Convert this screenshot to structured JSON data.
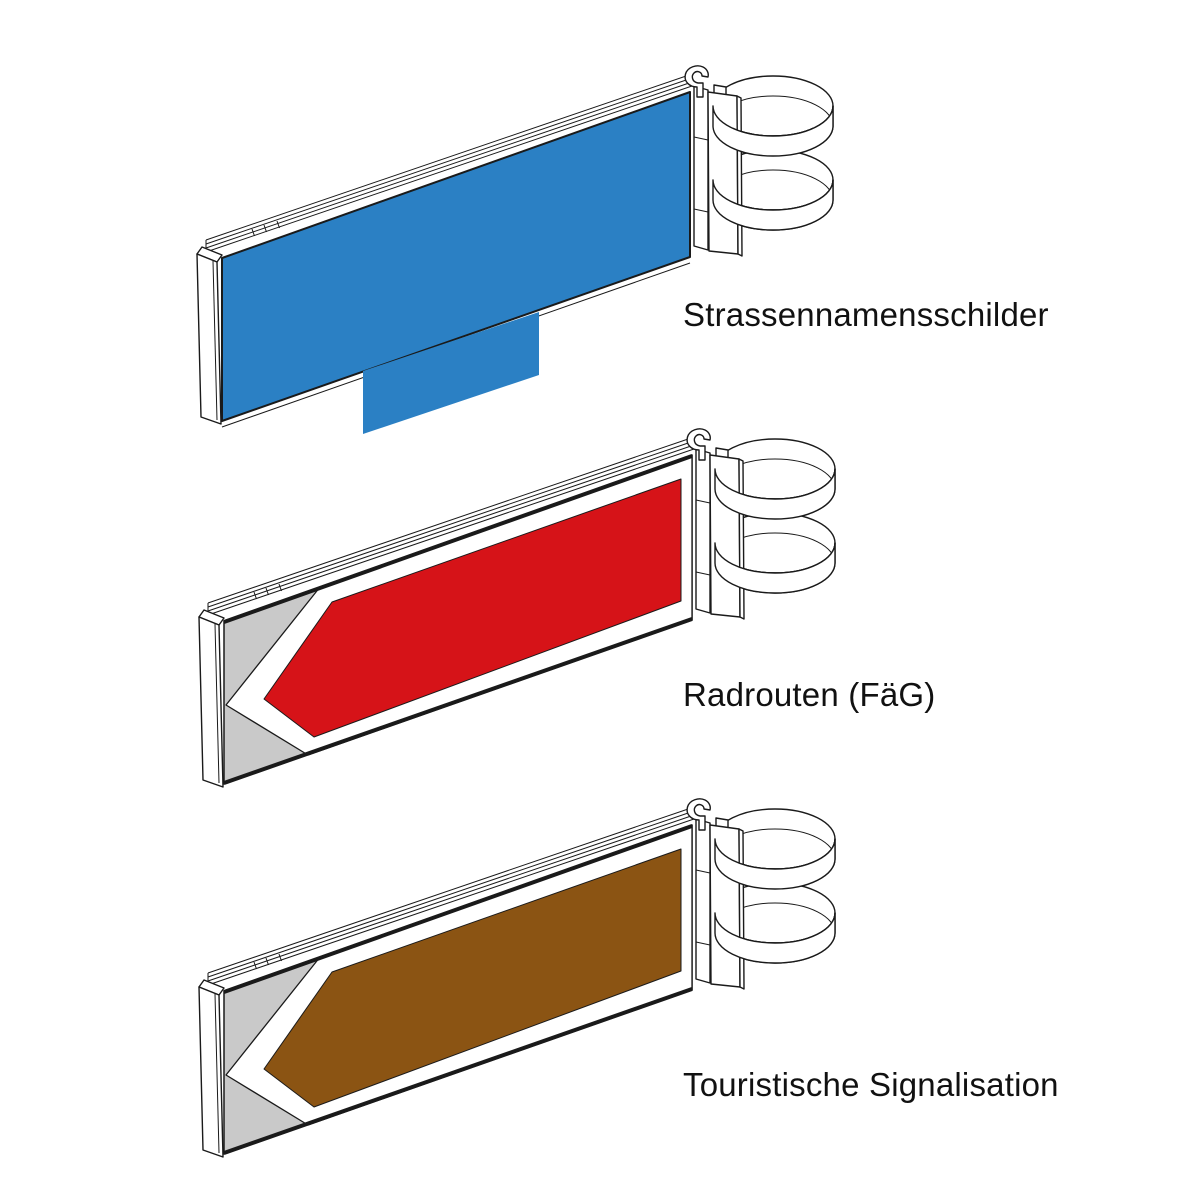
{
  "style": {
    "background": "#FFFFFF",
    "line_color": "#1A1A1A",
    "text_color": "#111111"
  },
  "signs": [
    {
      "id": "strassennamensschilder",
      "label": "Strassennamensschilder",
      "type": "rectangular street-name sign with small supplementary panel",
      "panel_color": "#2B80C4"
    },
    {
      "id": "radrouten",
      "label": "Radrouten (FäG)",
      "type": "left-pointing arrow direction sign",
      "plate_color": "#C9C9C9",
      "arrow_color": "#D61318"
    },
    {
      "id": "touristische-signalisation",
      "label": "Touristische Signalisation",
      "type": "left-pointing arrow direction sign",
      "plate_color": "#C9C9C9",
      "arrow_color": "#8B5413"
    }
  ]
}
